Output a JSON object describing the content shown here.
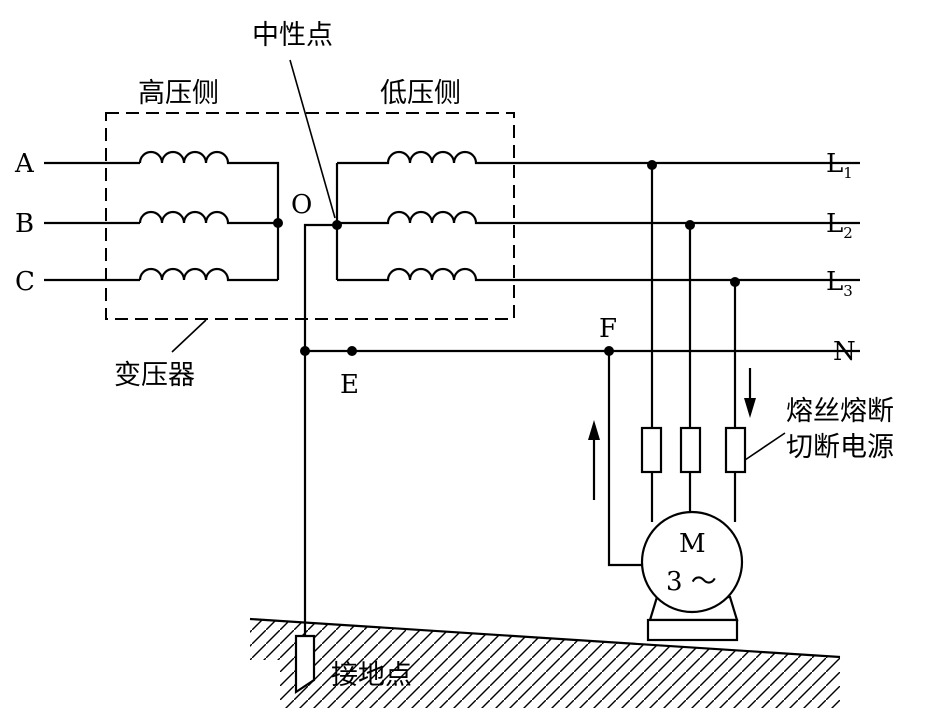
{
  "labels": {
    "neutral_point": "中性点",
    "high_voltage_side": "高压侧",
    "low_voltage_side": "低压侧",
    "transformer": "变压器",
    "phase_a": "A",
    "phase_b": "B",
    "phase_c": "C",
    "neutral_o": "O",
    "line_l1": "L",
    "line_l1_sub": "1",
    "line_l2": "L",
    "line_l2_sub": "2",
    "line_l3": "L",
    "line_l3_sub": "3",
    "line_n": "N",
    "point_e": "E",
    "point_f": "F",
    "fuse_blown_line1": "熔丝熔断",
    "fuse_blown_line2": "切断电源",
    "motor_m": "M",
    "motor_phase": "3 ～",
    "ground_point": "接地点"
  },
  "colors": {
    "ink": "#000000",
    "background": "#ffffff"
  }
}
